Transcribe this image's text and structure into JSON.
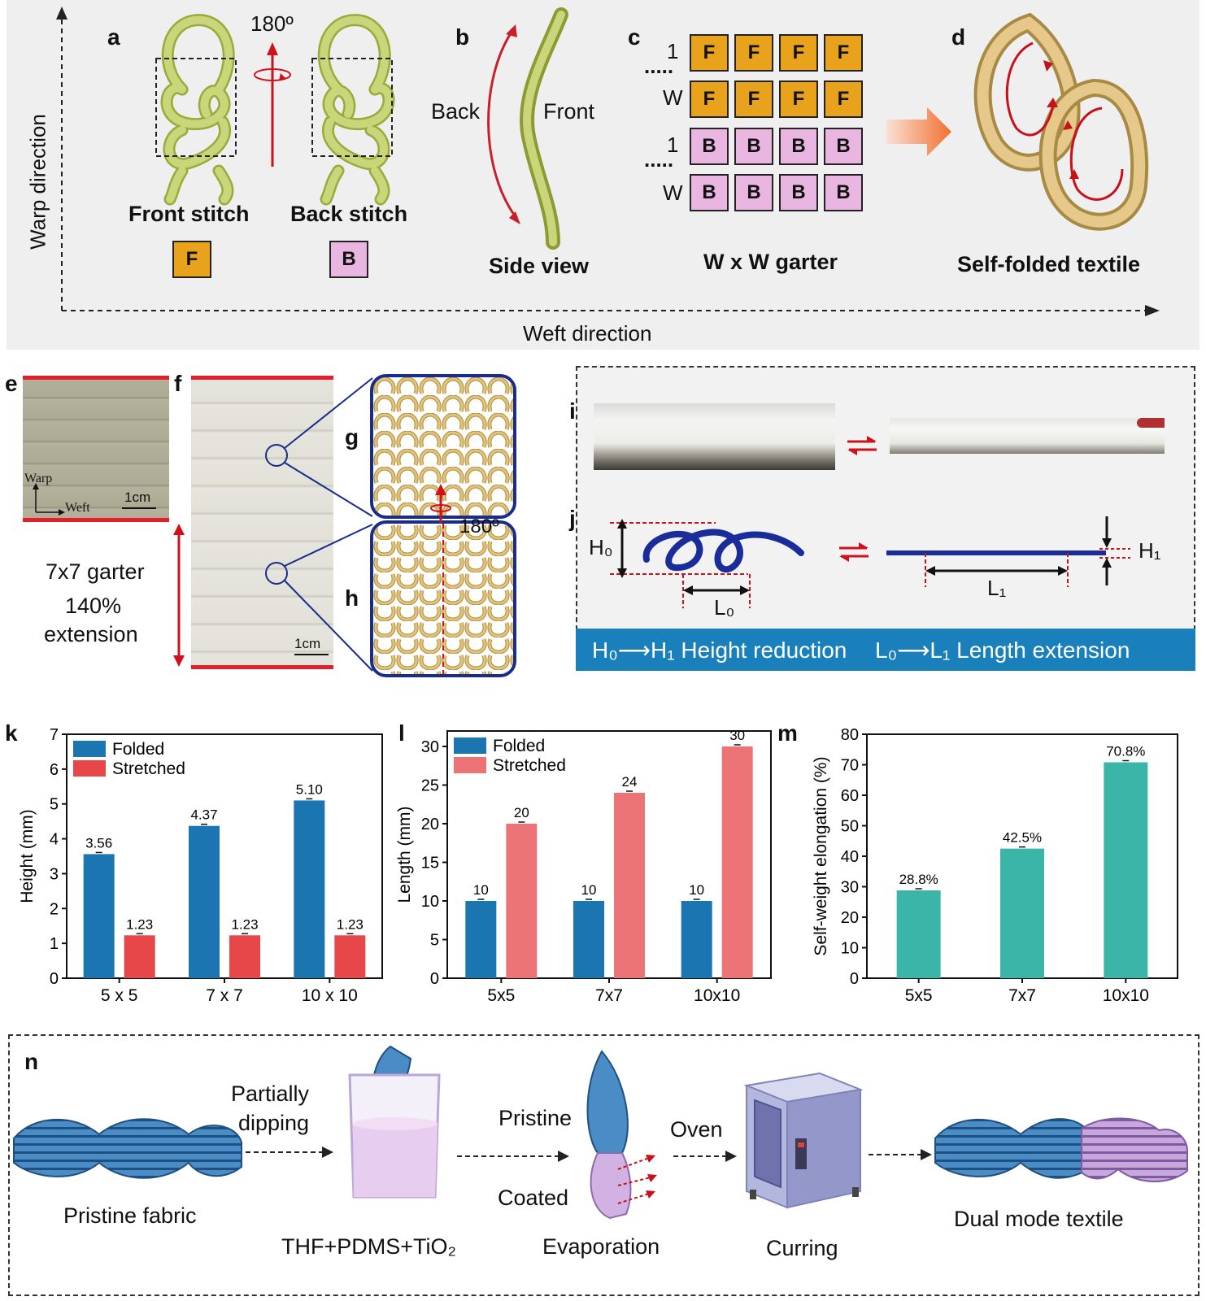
{
  "top": {
    "warp_axis": "Warp direction",
    "weft_axis": "Weft direction",
    "a": {
      "label": "a",
      "front": "Front stitch",
      "back": "Back stitch",
      "rotation": "180º",
      "front_symbol": "F",
      "back_symbol": "B"
    },
    "b": {
      "label": "b",
      "back": "Back",
      "front": "Front",
      "caption": "Side view"
    },
    "c": {
      "label": "c",
      "rows": [
        "1",
        "W",
        "1",
        "W"
      ],
      "dots": ".....",
      "grid": [
        [
          "F",
          "F",
          "F",
          "F"
        ],
        [
          "F",
          "F",
          "F",
          "F"
        ],
        [
          "B",
          "B",
          "B",
          "B"
        ],
        [
          "B",
          "B",
          "B",
          "B"
        ]
      ],
      "caption": "W x W garter"
    },
    "d": {
      "label": "d",
      "caption": "Self-folded textile"
    }
  },
  "middle": {
    "e": {
      "label": "e",
      "warp": "Warp",
      "weft": "Weft",
      "scale": "1cm"
    },
    "f": {
      "label": "f",
      "scale": "1cm",
      "annotation": [
        "7x7 garter",
        "140%",
        "extension"
      ]
    },
    "g": {
      "label": "g"
    },
    "h": {
      "label": "h",
      "rotation": "180º"
    },
    "i": {
      "label": "i"
    },
    "j": {
      "label": "j",
      "H0": "H₀",
      "H1": "H₁",
      "L0": "L₀",
      "L1": "L₁"
    },
    "banner": {
      "left": "H₀⟶H₁  Height reduction",
      "right": "L₀⟶L₁  Length extension"
    }
  },
  "colors": {
    "front": "#E9A21C",
    "back": "#E8B6E0",
    "folded": "#1B75B0",
    "stretched": "#E8474A",
    "stretched_light": "#EC7376",
    "teal": "#3AB5A8",
    "banner": "#1A80BC",
    "arrow_red": "#D0101A",
    "panel_gray": "#EFEFEF",
    "yarn": "#C9D67A",
    "knit": "#D9B464"
  },
  "chart_data": [
    {
      "panel": "k",
      "type": "bar",
      "categories": [
        "5 x 5",
        "7 x 7",
        "10 x 10"
      ],
      "series": [
        {
          "name": "Folded",
          "values": [
            3.56,
            4.37,
            5.1
          ]
        },
        {
          "name": "Stretched",
          "values": [
            1.23,
            1.23,
            1.23
          ]
        }
      ],
      "value_labels": [
        [
          "3.56",
          "4.37",
          "5.10"
        ],
        [
          "1.23",
          "1.23",
          "1.23"
        ]
      ],
      "ylabel": "Height (mm)",
      "ylim": [
        0,
        7
      ],
      "yticks": [
        "0",
        "1",
        "2",
        "3",
        "4",
        "5",
        "6",
        "7"
      ],
      "legend": "top-left"
    },
    {
      "panel": "l",
      "type": "bar",
      "categories": [
        "5x5",
        "7x7",
        "10x10"
      ],
      "series": [
        {
          "name": "Folded",
          "values": [
            10,
            10,
            10
          ]
        },
        {
          "name": "Stretched",
          "values": [
            20,
            24,
            30
          ]
        }
      ],
      "value_labels": [
        [
          "10",
          "10",
          "10"
        ],
        [
          "20",
          "24",
          "30"
        ]
      ],
      "ylabel": "Length (mm)",
      "ylim": [
        0,
        32
      ],
      "yticks": [
        "0",
        "5",
        "10",
        "15",
        "20",
        "25",
        "30"
      ],
      "legend": "top-left"
    },
    {
      "panel": "m",
      "type": "bar",
      "categories": [
        "5x5",
        "7x7",
        "10x10"
      ],
      "series": [
        {
          "values": [
            28.8,
            42.5,
            70.8
          ]
        }
      ],
      "value_labels": [
        [
          "28.8%",
          "42.5%",
          "70.8%"
        ]
      ],
      "ylabel": "Self-weight elongation (%)",
      "ylim": [
        0,
        80
      ],
      "yticks": [
        "0",
        "10",
        "20",
        "30",
        "40",
        "50",
        "60",
        "70",
        "80"
      ]
    }
  ],
  "bottom": {
    "n": {
      "label": "n",
      "pristine_fabric": "Pristine fabric",
      "partially": [
        "Partially",
        "dipping"
      ],
      "solution": "THF+PDMS+TiO₂",
      "pristine": "Pristine",
      "coated": "Coated",
      "evaporation": "Evaporation",
      "oven": "Oven",
      "curing": "Curring",
      "dual": "Dual mode textile"
    }
  }
}
